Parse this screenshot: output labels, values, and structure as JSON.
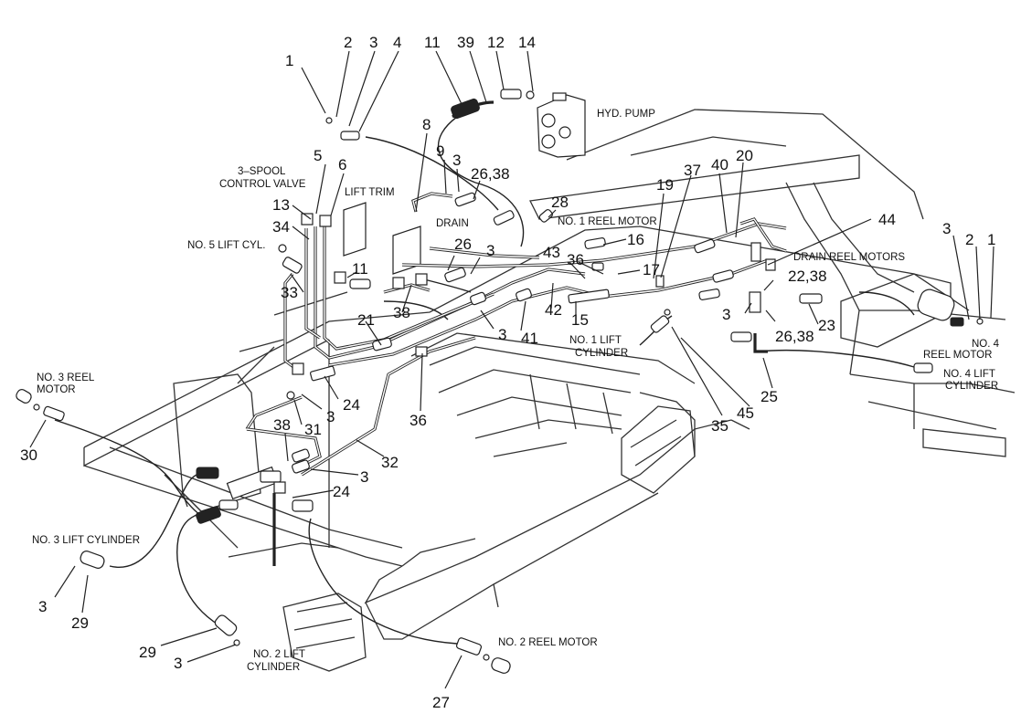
{
  "callouts": [
    {
      "id": "c1",
      "text": "1"
    },
    {
      "id": "c2",
      "text": "2"
    },
    {
      "id": "c3",
      "text": "3"
    },
    {
      "id": "c4",
      "text": "4"
    },
    {
      "id": "c11",
      "text": "11"
    },
    {
      "id": "c39",
      "text": "39"
    },
    {
      "id": "c12",
      "text": "12"
    },
    {
      "id": "c14",
      "text": "14"
    },
    {
      "id": "c8",
      "text": "8"
    },
    {
      "id": "c9",
      "text": "9"
    },
    {
      "id": "c3b",
      "text": "3"
    },
    {
      "id": "c2638a",
      "text": "26,38"
    },
    {
      "id": "c5",
      "text": "5"
    },
    {
      "id": "c6",
      "text": "6"
    },
    {
      "id": "c13",
      "text": "13"
    },
    {
      "id": "c34",
      "text": "34"
    },
    {
      "id": "c28",
      "text": "28"
    },
    {
      "id": "c37",
      "text": "37"
    },
    {
      "id": "c40",
      "text": "40"
    },
    {
      "id": "c20",
      "text": "20"
    },
    {
      "id": "c19",
      "text": "19"
    },
    {
      "id": "c44",
      "text": "44"
    },
    {
      "id": "c3r",
      "text": "3"
    },
    {
      "id": "c2r",
      "text": "2"
    },
    {
      "id": "c1r",
      "text": "1"
    },
    {
      "id": "c16",
      "text": "16"
    },
    {
      "id": "c43",
      "text": "43"
    },
    {
      "id": "c36a",
      "text": "36"
    },
    {
      "id": "c17",
      "text": "17"
    },
    {
      "id": "c2238",
      "text": "22,38"
    },
    {
      "id": "c26",
      "text": "26"
    },
    {
      "id": "c3c",
      "text": "3"
    },
    {
      "id": "c33",
      "text": "33"
    },
    {
      "id": "c11b",
      "text": "11"
    },
    {
      "id": "c38a",
      "text": "38"
    },
    {
      "id": "c42",
      "text": "42"
    },
    {
      "id": "c15",
      "text": "15"
    },
    {
      "id": "c23",
      "text": "23"
    },
    {
      "id": "c21",
      "text": "21"
    },
    {
      "id": "c3d",
      "text": "3"
    },
    {
      "id": "c41",
      "text": "41"
    },
    {
      "id": "c3e",
      "text": "3"
    },
    {
      "id": "c2638b",
      "text": "26,38"
    },
    {
      "id": "c24a",
      "text": "24"
    },
    {
      "id": "c3f",
      "text": "3"
    },
    {
      "id": "c38b",
      "text": "38"
    },
    {
      "id": "c31",
      "text": "31"
    },
    {
      "id": "c36b",
      "text": "36"
    },
    {
      "id": "c35",
      "text": "35"
    },
    {
      "id": "c45",
      "text": "45"
    },
    {
      "id": "c25",
      "text": "25"
    },
    {
      "id": "c30",
      "text": "30"
    },
    {
      "id": "c32",
      "text": "32"
    },
    {
      "id": "c3g",
      "text": "3"
    },
    {
      "id": "c24b",
      "text": "24"
    },
    {
      "id": "c3h",
      "text": "3"
    },
    {
      "id": "c29a",
      "text": "29"
    },
    {
      "id": "c29b",
      "text": "29"
    },
    {
      "id": "c3i",
      "text": "3"
    },
    {
      "id": "c27",
      "text": "27"
    }
  ],
  "captions": [
    {
      "id": "hyd_pump",
      "lines": [
        "HYD. PUMP"
      ]
    },
    {
      "id": "control_valve",
      "lines": [
        "3–SPOOL",
        "CONTROL VALVE"
      ]
    },
    {
      "id": "lift_trim",
      "lines": [
        "LIFT TRIM"
      ]
    },
    {
      "id": "drain",
      "lines": [
        "DRAIN"
      ]
    },
    {
      "id": "reel_motor_1",
      "lines": [
        "NO. 1 REEL MOTOR"
      ]
    },
    {
      "id": "lift_cyl_5",
      "lines": [
        "NO. 5 LIFT CYL."
      ]
    },
    {
      "id": "drain_reel_motors",
      "lines": [
        "DRAIN REEL MOTORS"
      ]
    },
    {
      "id": "reel_motor_4",
      "lines": [
        "NO. 4",
        "REEL MOTOR"
      ]
    },
    {
      "id": "lift_cyl_1",
      "lines": [
        "NO. 1 LIFT",
        "CYLINDER"
      ]
    },
    {
      "id": "lift_cyl_4",
      "lines": [
        "NO. 4 LIFT",
        "CYLINDER"
      ]
    },
    {
      "id": "reel_motor_3",
      "lines": [
        "NO. 3 REEL",
        "MOTOR"
      ]
    },
    {
      "id": "lift_cyl_3",
      "lines": [
        "NO. 3 LIFT CYLINDER"
      ]
    },
    {
      "id": "lift_cyl_2",
      "lines": [
        "NO. 2 LIFT",
        "CYLINDER"
      ]
    },
    {
      "id": "reel_motor_2",
      "lines": [
        "NO. 2 REEL MOTOR"
      ]
    }
  ]
}
